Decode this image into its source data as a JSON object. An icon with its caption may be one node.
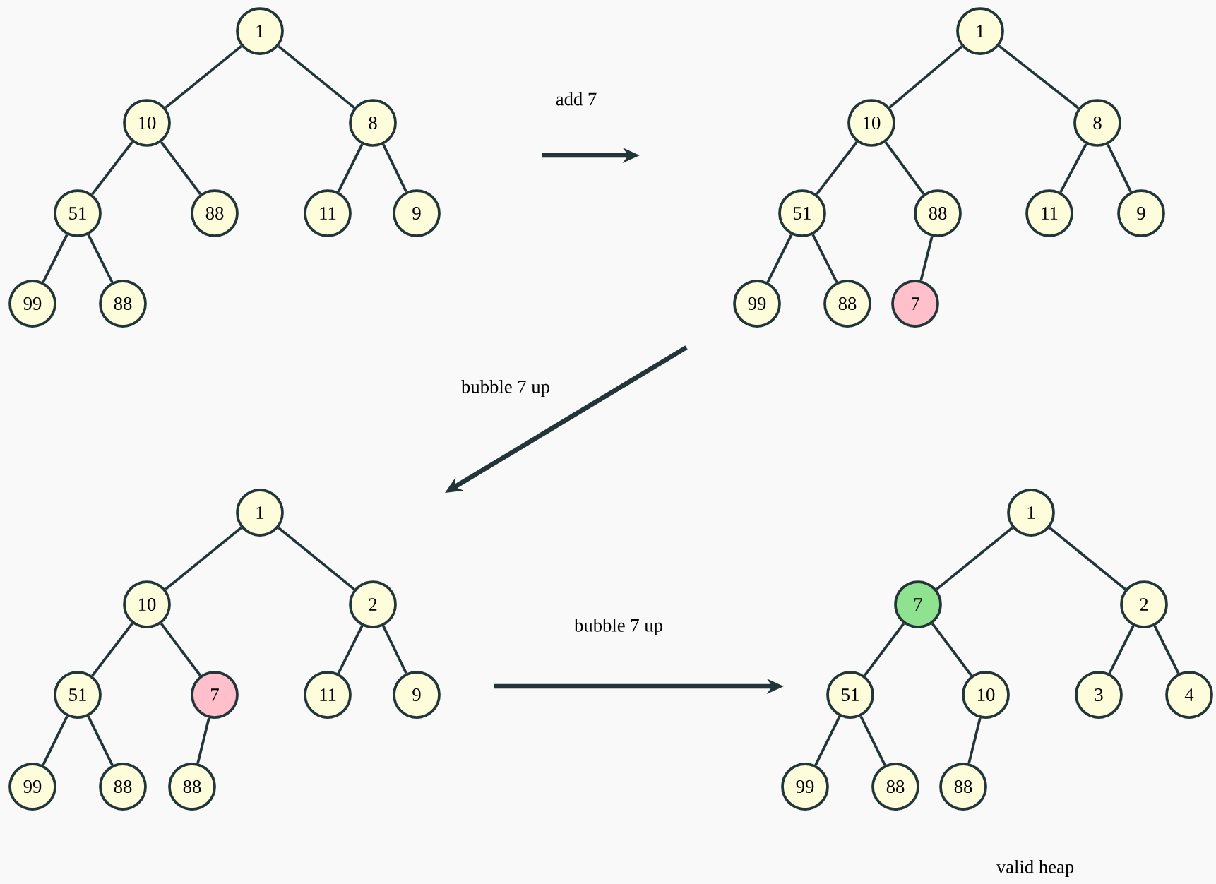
{
  "diagram": {
    "nodes": [
      {
        "text": [
          "1"
        ]
      },
      {
        "text": [
          "10"
        ]
      },
      {
        "text": [
          "8"
        ]
      },
      {
        "text": [
          "51"
        ]
      },
      {
        "text": [
          "88"
        ]
      },
      {
        "text": [
          "11"
        ]
      },
      {
        "text": [
          "9"
        ]
      },
      {
        "text": [
          "99"
        ]
      },
      {
        "text": [
          "88"
        ]
      },
      {
        "text": [
          "1"
        ]
      },
      {
        "text": [
          "10"
        ]
      },
      {
        "text": [
          "8"
        ]
      },
      {
        "text": [
          "51"
        ]
      },
      {
        "text": [
          "88"
        ]
      },
      {
        "text": [
          "11"
        ]
      },
      {
        "text": [
          "9"
        ]
      },
      {
        "text": [
          "99"
        ]
      },
      {
        "text": [
          "88"
        ]
      },
      {
        "text": [
          "7"
        ]
      },
      {
        "text": [
          "1"
        ]
      },
      {
        "text": [
          "10"
        ]
      },
      {
        "text": [
          "2"
        ]
      },
      {
        "text": [
          "51"
        ]
      },
      {
        "text": [
          "7"
        ]
      },
      {
        "text": [
          "11"
        ]
      },
      {
        "text": [
          "9"
        ]
      },
      {
        "text": [
          "99"
        ]
      },
      {
        "text": [
          "88"
        ]
      },
      {
        "text": [
          "88"
        ]
      },
      {
        "text": [
          "1"
        ]
      },
      {
        "text": [
          "7"
        ]
      },
      {
        "text": [
          "2"
        ]
      },
      {
        "text": [
          "51"
        ]
      },
      {
        "text": [
          "10"
        ]
      },
      {
        "text": [
          "3"
        ]
      },
      {
        "text": [
          "4"
        ]
      },
      {
        "text": [
          "99"
        ]
      },
      {
        "text": [
          "88"
        ]
      },
      {
        "text": [
          "88"
        ]
      }
    ],
    "edges": [
      {
        "from": 0,
        "to": 1,
        "arrow": "none"
      },
      {
        "from": 0,
        "to": 2,
        "arrow": "none"
      },
      {
        "from": 1,
        "to": 3,
        "arrow": "none"
      },
      {
        "from": 1,
        "to": 4,
        "arrow": "none"
      },
      {
        "from": 2,
        "to": 5,
        "arrow": "none"
      },
      {
        "from": 2,
        "to": 6,
        "arrow": "none"
      },
      {
        "from": 3,
        "to": 7,
        "arrow": "none"
      },
      {
        "from": 3,
        "to": 8,
        "arrow": "none"
      },
      {
        "from": 9,
        "to": 10,
        "arrow": "none"
      },
      {
        "from": 9,
        "to": 11,
        "arrow": "none"
      },
      {
        "from": 10,
        "to": 12,
        "arrow": "none"
      },
      {
        "from": 10,
        "to": 13,
        "arrow": "none"
      },
      {
        "from": 11,
        "to": 14,
        "arrow": "none"
      },
      {
        "from": 11,
        "to": 15,
        "arrow": "none"
      },
      {
        "from": 12,
        "to": 16,
        "arrow": "none"
      },
      {
        "from": 12,
        "to": 17,
        "arrow": "none"
      },
      {
        "from": 13,
        "to": 18,
        "arrow": "none"
      },
      {
        "from": 19,
        "to": 20,
        "arrow": "none"
      },
      {
        "from": 19,
        "to": 21,
        "arrow": "none"
      },
      {
        "from": 20,
        "to": 22,
        "arrow": "none"
      },
      {
        "from": 20,
        "to": 23,
        "arrow": "none"
      },
      {
        "from": 21,
        "to": 24,
        "arrow": "none"
      },
      {
        "from": 21,
        "to": 25,
        "arrow": "none"
      },
      {
        "from": 22,
        "to": 26,
        "arrow": "none"
      },
      {
        "from": 22,
        "to": 27,
        "arrow": "none"
      },
      {
        "from": 23,
        "to": 28,
        "arrow": "none"
      },
      {
        "from": 29,
        "to": 30,
        "arrow": "none"
      },
      {
        "from": 29,
        "to": 31,
        "arrow": "none"
      },
      {
        "from": 30,
        "to": 32,
        "arrow": "none"
      },
      {
        "from": 30,
        "to": 33,
        "arrow": "none"
      },
      {
        "from": 31,
        "to": 34,
        "arrow": "none"
      },
      {
        "from": 31,
        "to": 35,
        "arrow": "none"
      },
      {
        "from": 32,
        "to": 36,
        "arrow": "none"
      },
      {
        "from": 32,
        "to": 37,
        "arrow": "none"
      },
      {
        "from": 33,
        "to": 38,
        "arrow": "none"
      }
    ],
    "labels": [
      "add 7",
      "bubble 7 up",
      "bubble 7 up",
      "valid heap"
    ]
  }
}
